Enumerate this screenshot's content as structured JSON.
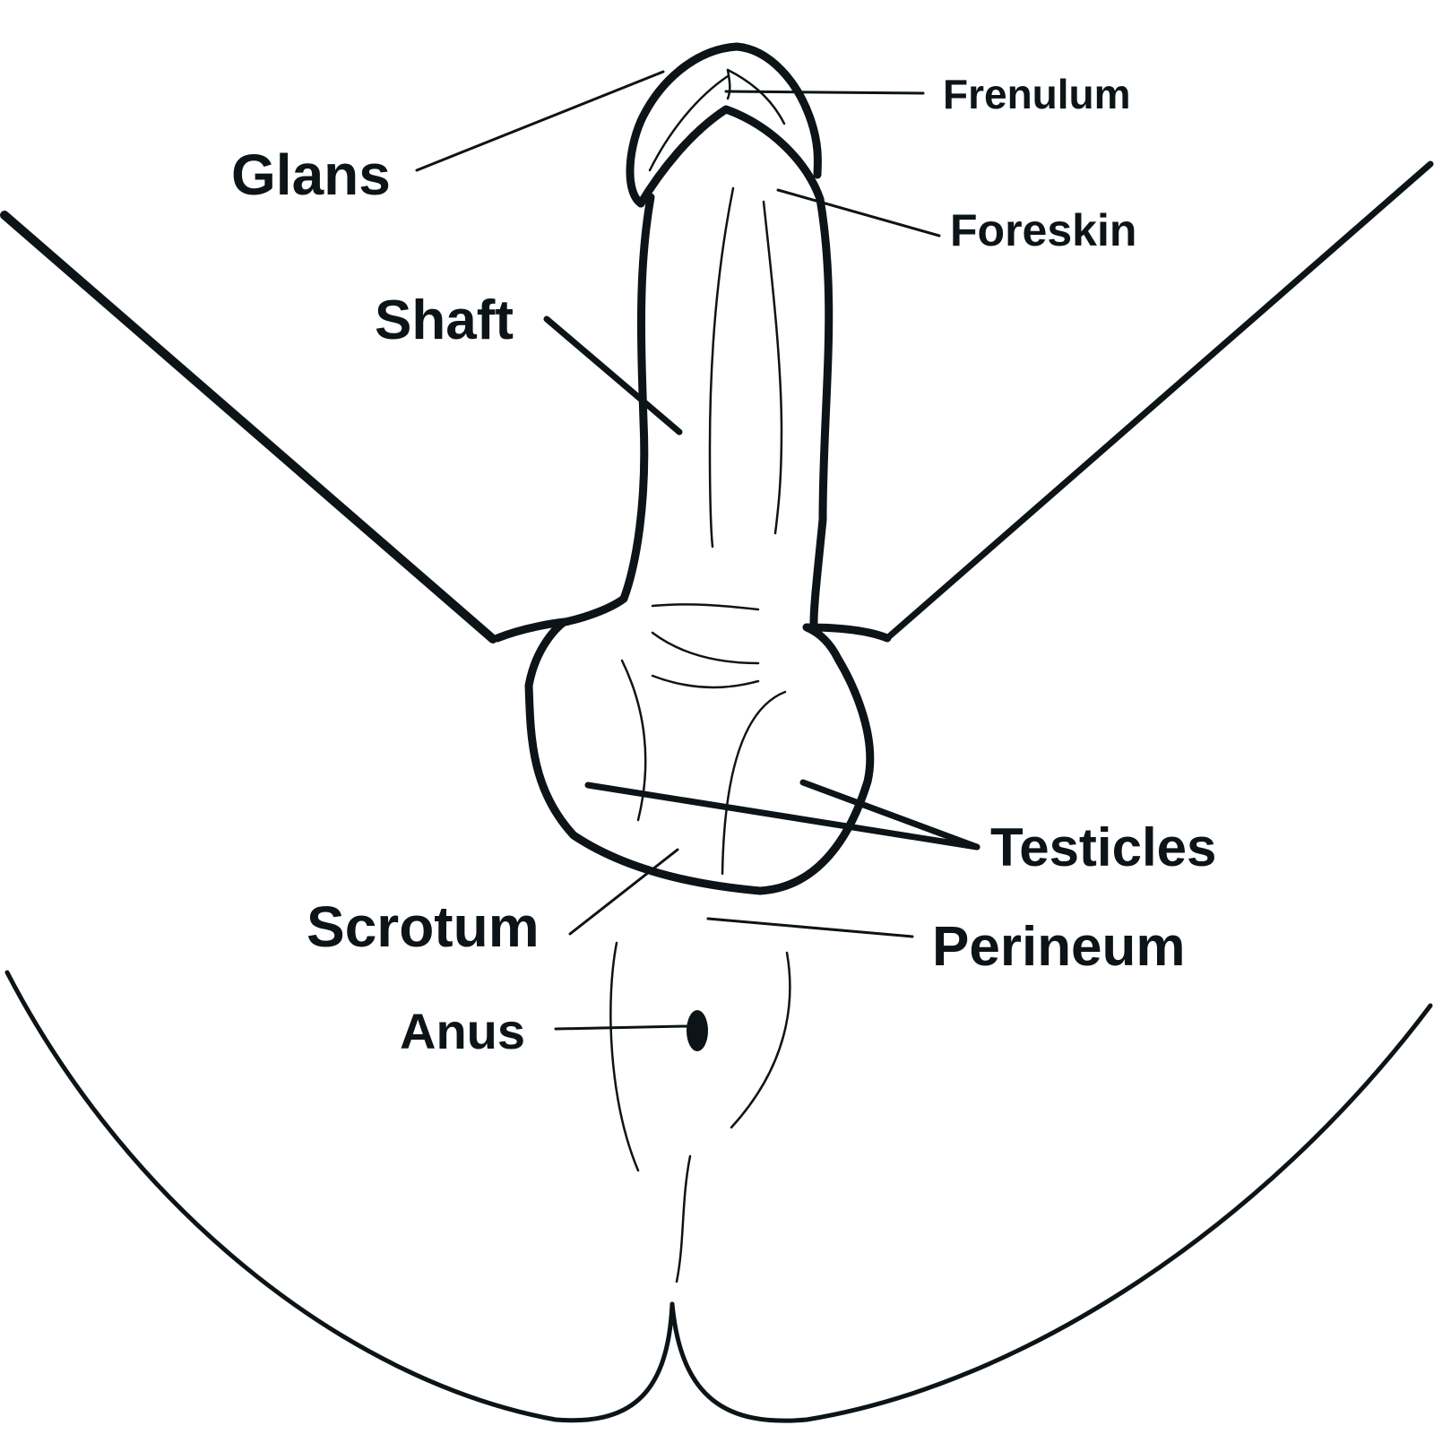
{
  "labels": {
    "frenulum": "Frenulum",
    "glans": "Glans",
    "foreskin": "Foreskin",
    "shaft": "Shaft",
    "testicles": "Testicles",
    "scrotum": "Scrotum",
    "perineum": "Perineum",
    "anus": "Anus"
  },
  "colors": {
    "ink": "#0d1417",
    "background": "#ffffff"
  }
}
